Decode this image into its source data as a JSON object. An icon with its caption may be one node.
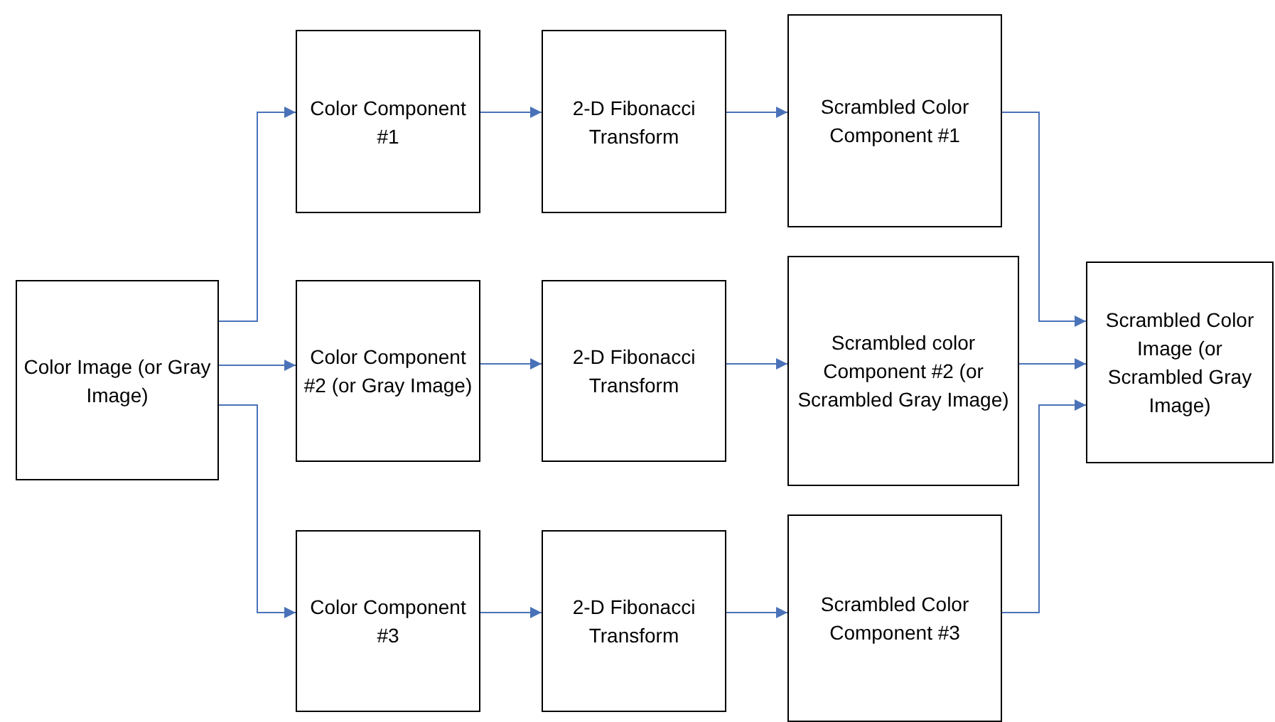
{
  "diagram": {
    "nodes": [
      {
        "text": [
          "Color Image (or Gray Image)"
        ]
      },
      {
        "text": [
          "Color Component #1"
        ]
      },
      {
        "text": [
          "2-D Fibonacci Transform"
        ]
      },
      {
        "text": [
          "Scrambled Color Component #1"
        ]
      },
      {
        "text": [
          "Color Component #2 (or Gray Image)"
        ]
      },
      {
        "text": [
          "2-D Fibonacci Transform"
        ]
      },
      {
        "text": [
          "Scrambled color Component #2 (or Scrambled Gray Image)"
        ]
      },
      {
        "text": [
          "Color Component #3"
        ]
      },
      {
        "text": [
          "2-D Fibonacci Transform"
        ]
      },
      {
        "text": [
          "Scrambled Color Component #3"
        ]
      },
      {
        "text": [
          "Scrambled Color Image (or Scrambled Gray Image)"
        ]
      }
    ],
    "edges": [
      {
        "from": 0,
        "to": 1,
        "arrow": "to"
      },
      {
        "from": 0,
        "to": 4,
        "arrow": "to"
      },
      {
        "from": 0,
        "to": 7,
        "arrow": "to"
      },
      {
        "from": 1,
        "to": 2,
        "arrow": "to"
      },
      {
        "from": 2,
        "to": 3,
        "arrow": "to"
      },
      {
        "from": 4,
        "to": 5,
        "arrow": "to"
      },
      {
        "from": 5,
        "to": 6,
        "arrow": "to"
      },
      {
        "from": 7,
        "to": 8,
        "arrow": "to"
      },
      {
        "from": 8,
        "to": 9,
        "arrow": "to"
      },
      {
        "from": 3,
        "to": 10,
        "arrow": "to"
      },
      {
        "from": 6,
        "to": 10,
        "arrow": "to"
      },
      {
        "from": 9,
        "to": 10,
        "arrow": "to"
      }
    ]
  }
}
